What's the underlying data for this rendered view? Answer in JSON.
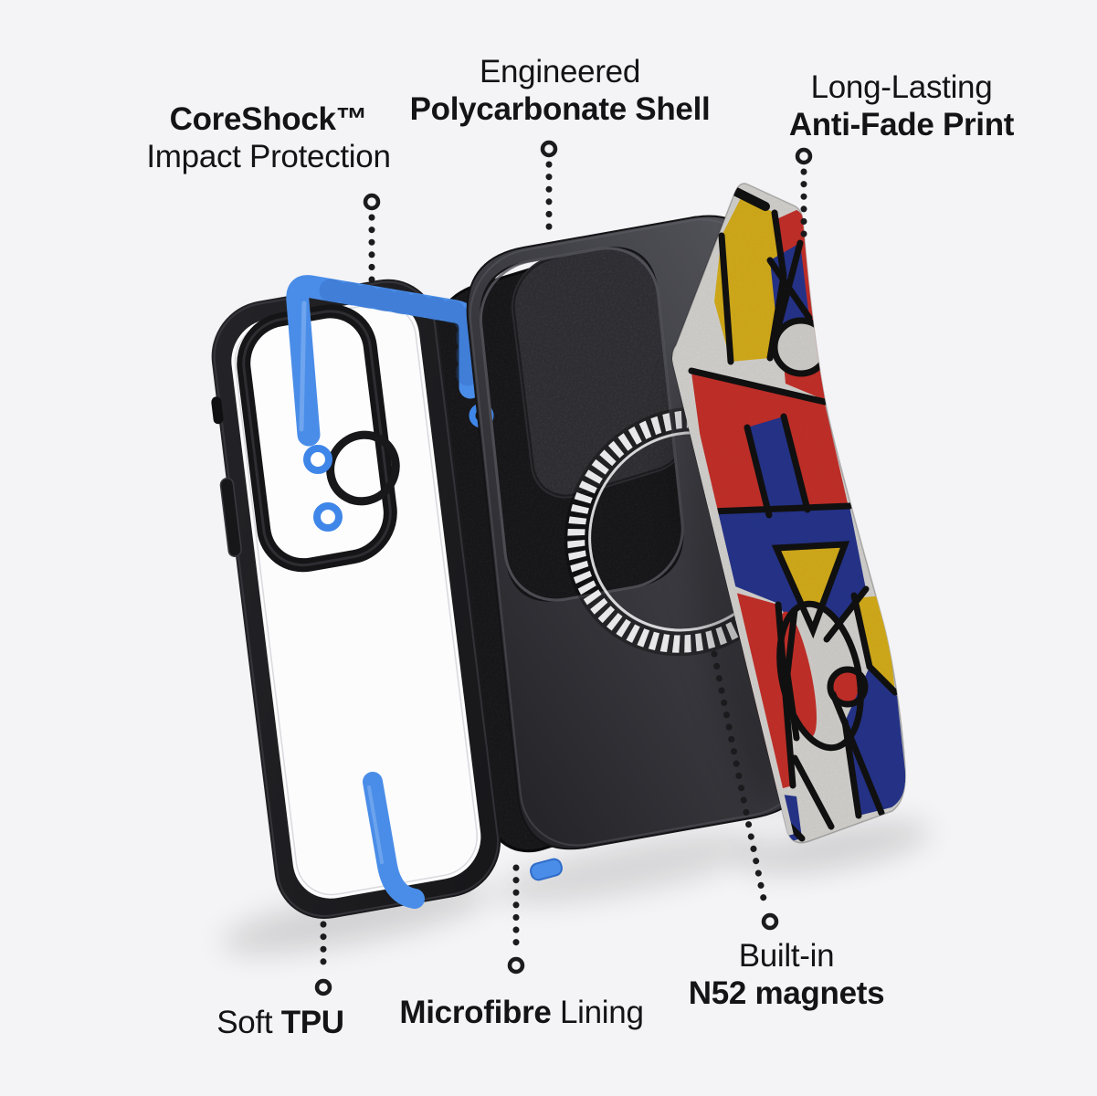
{
  "page": {
    "title": "Phone case exploded view",
    "background": "#f4f4f6"
  },
  "palette": {
    "accent_blue": "#4a8de8",
    "case_black": "#1d1d20",
    "shell_gray": "#3c3c41",
    "magsafe_silver": "#e8e8ea",
    "print_red": "#df362f",
    "print_blue": "#2b3b9e",
    "print_yellow": "#f1c41e",
    "print_white": "#edebe6",
    "leader_black": "#1b1b1e"
  },
  "annotations": {
    "coreshock": {
      "line1": "CoreShock™",
      "line2": "Impact Protection"
    },
    "shell": {
      "line1": "Engineered",
      "line2": "Polycarbonate Shell"
    },
    "print": {
      "line1": "Long-Lasting",
      "line2": "Anti-Fade Print"
    },
    "tpu": {
      "normal": "Soft ",
      "bold": "TPU"
    },
    "lining": {
      "bold": "Microfibre",
      "normal": " Lining"
    },
    "magnets": {
      "line1": "Built-in",
      "line2": "N52 magnets"
    }
  }
}
